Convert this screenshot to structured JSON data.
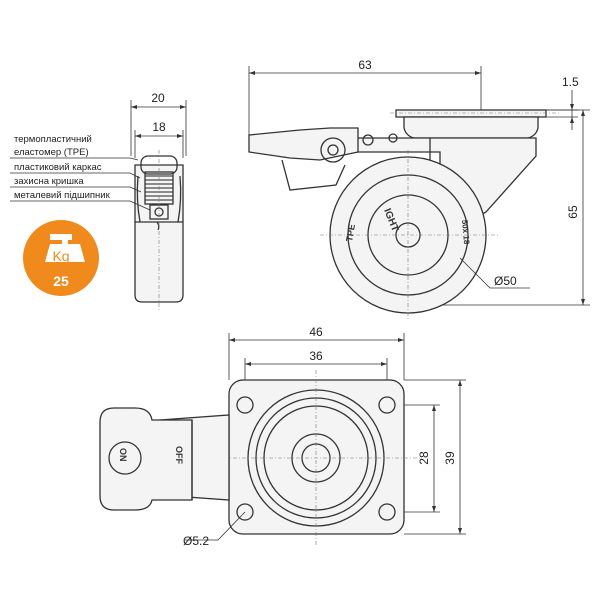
{
  "dimensions": {
    "side_width_outer": "20",
    "side_width_inner": "18",
    "front_length": "63",
    "plate_thickness": "1.5",
    "total_height": "65",
    "wheel_diameter": "Ø50",
    "plate_width": "46",
    "hole_spacing_x": "36",
    "hole_spacing_y": "28",
    "plate_depth": "39",
    "hole_diameter": "Ø5.2"
  },
  "labels": {
    "tread_line1": "термопластичний",
    "tread_line2": "еластомер (ТРЕ)",
    "frame": "пластиковий каркас",
    "cover": "захисна кришка",
    "bearing": "металевий підшипник"
  },
  "load_badge": {
    "unit": "Kg",
    "value": "25",
    "color": "#f08a1c"
  },
  "wheel_marks": {
    "top": "IGHT",
    "left": "TPE",
    "right": "50x 18"
  },
  "brake_pedal": {
    "on": "ON",
    "off": "OFF"
  }
}
